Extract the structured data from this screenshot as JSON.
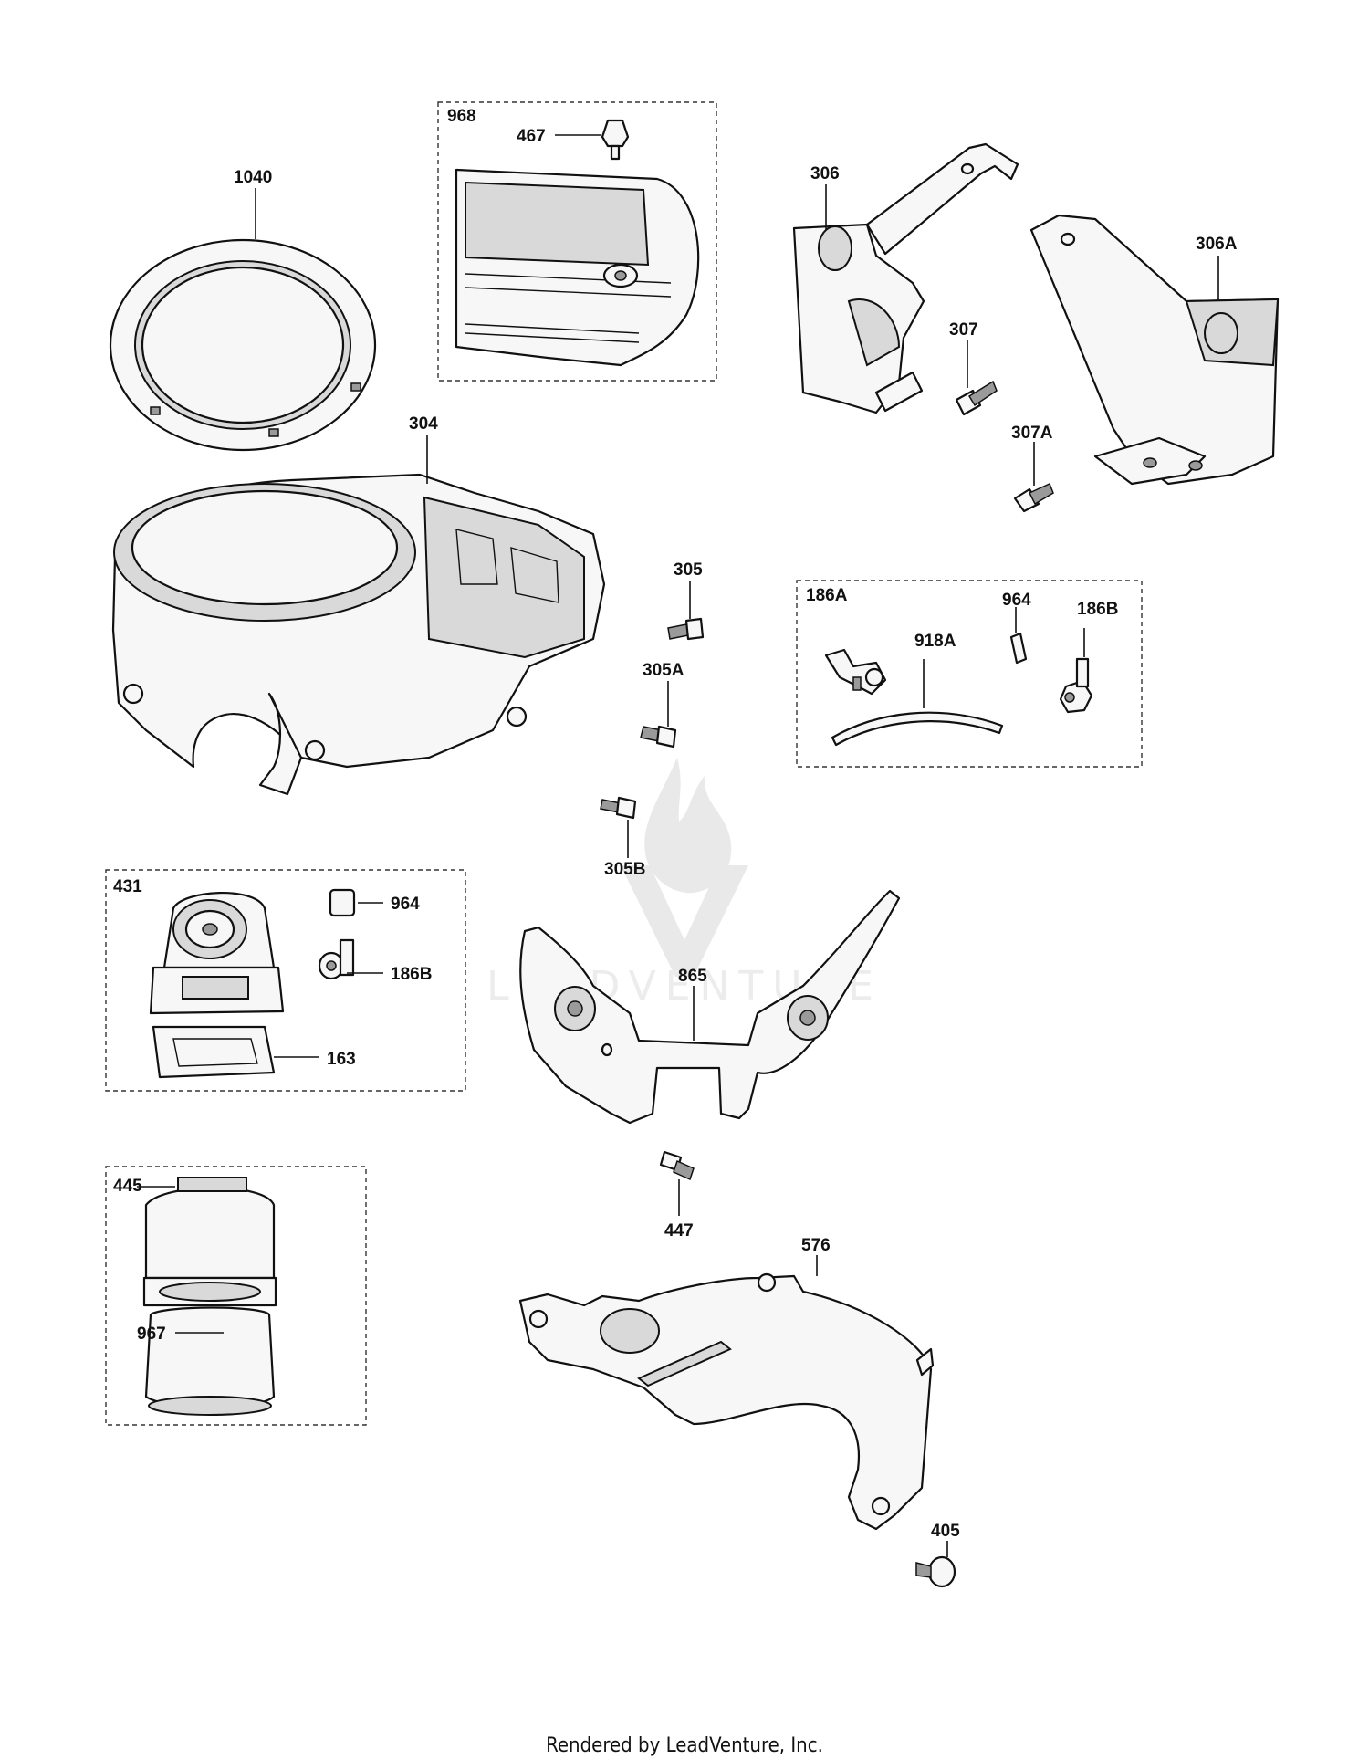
{
  "callouts": {
    "c1040": "1040",
    "c968": "968",
    "c467": "467",
    "c306": "306",
    "c306A": "306A",
    "c307": "307",
    "c307A": "307A",
    "c304": "304",
    "c305": "305",
    "c305A": "305A",
    "c305B": "305B",
    "c186A": "186A",
    "c918A": "918A",
    "c964_top": "964",
    "c186B_top": "186B",
    "c431": "431",
    "c964_box": "964",
    "c186B_box": "186B",
    "c163": "163",
    "c865": "865",
    "c445": "445",
    "c967": "967",
    "c447": "447",
    "c576": "576",
    "c405": "405"
  },
  "watermark": "LEADVENTURE",
  "footer": "Rendered by LeadVenture, Inc."
}
